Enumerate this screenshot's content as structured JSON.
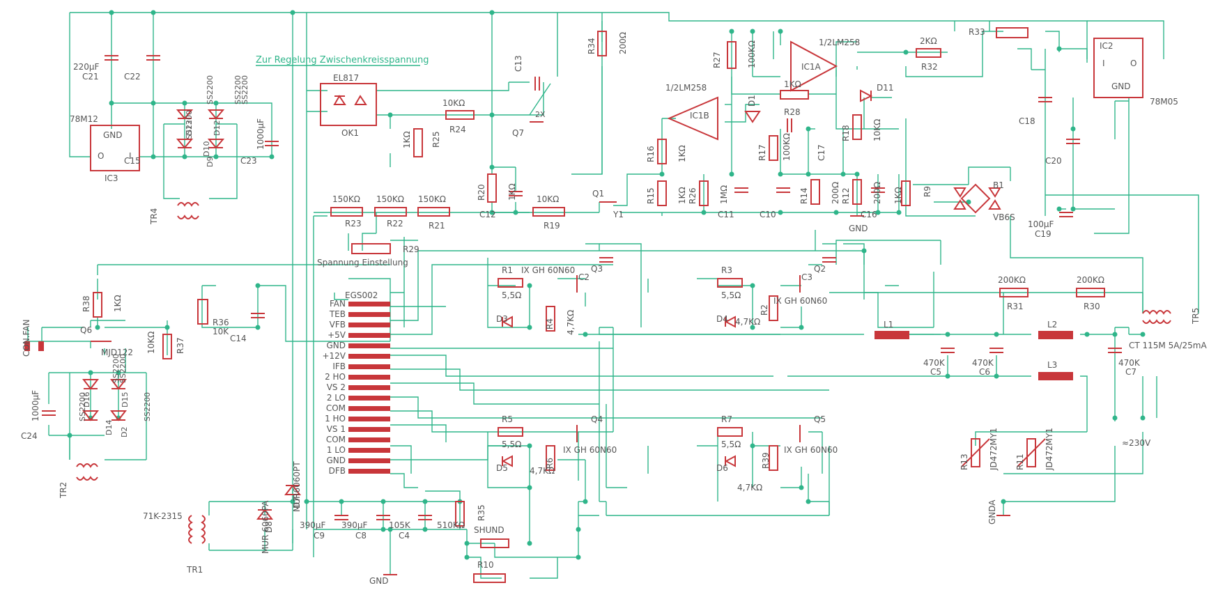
{
  "schematic": {
    "note": "Zur Regelung Zwischenkreisspannung",
    "ic_pins": [
      "FAN",
      "TEB",
      "VFB",
      "+5V",
      "GND",
      "+12V",
      "IFB",
      "2 HO",
      "VS 2",
      "2 LO",
      "COM",
      "1 HO",
      "VS 1",
      "COM",
      "1 LO",
      "GND",
      "DFB"
    ],
    "labels": [
      {
        "id": "c21v",
        "t": "220µF"
      },
      {
        "id": "c21",
        "t": "C21"
      },
      {
        "id": "c22",
        "t": "C22"
      },
      {
        "id": "m12",
        "t": "78M12"
      },
      {
        "id": "ic3",
        "t": "IC3"
      },
      {
        "id": "gnd3",
        "t": "GND"
      },
      {
        "id": "io3i",
        "t": "O"
      },
      {
        "id": "io3o",
        "t": "I"
      },
      {
        "id": "c15",
        "t": "C15"
      },
      {
        "id": "c23",
        "t": "C23"
      },
      {
        "id": "c23v",
        "t": "1000µF"
      },
      {
        "id": "ss1",
        "t": "SS2200"
      },
      {
        "id": "ss2",
        "t": "SS2200"
      },
      {
        "id": "ss3",
        "t": "SS2200"
      },
      {
        "id": "ss4",
        "t": "SS2200"
      },
      {
        "id": "d13",
        "t": "D13"
      },
      {
        "id": "d10",
        "t": "D10"
      },
      {
        "id": "d12",
        "t": "D12"
      },
      {
        "id": "d9",
        "t": "D9"
      },
      {
        "id": "tr4",
        "t": "TR4"
      },
      {
        "id": "el817",
        "t": "EL817"
      },
      {
        "id": "ok1",
        "t": "OK1"
      },
      {
        "id": "r25v",
        "t": "1KΩ"
      },
      {
        "id": "r25",
        "t": "R25"
      },
      {
        "id": "r24v",
        "t": "10KΩ"
      },
      {
        "id": "r24",
        "t": "R24"
      },
      {
        "id": "c13",
        "t": "C13"
      },
      {
        "id": "q7",
        "t": "Q7"
      },
      {
        "id": "q7x",
        "t": "2X"
      },
      {
        "id": "r34",
        "t": "R34"
      },
      {
        "id": "r34v",
        "t": "200Ω"
      },
      {
        "id": "r27",
        "t": "R27"
      },
      {
        "id": "r27v",
        "t": "100KΩ"
      },
      {
        "id": "ic1a",
        "t": "IC1A"
      },
      {
        "id": "lm1",
        "t": "1/2LM258"
      },
      {
        "id": "r28v",
        "t": "1KΩ"
      },
      {
        "id": "r28",
        "t": "R28"
      },
      {
        "id": "d1",
        "t": "D1"
      },
      {
        "id": "d11",
        "t": "D11"
      },
      {
        "id": "r32v",
        "t": "2KΩ"
      },
      {
        "id": "r32",
        "t": "R32"
      },
      {
        "id": "r33",
        "t": "R33"
      },
      {
        "id": "ic2",
        "t": "IC2"
      },
      {
        "id": "m05",
        "t": "78M05"
      },
      {
        "id": "gnd2",
        "t": "GND"
      },
      {
        "id": "ic2i",
        "t": "I"
      },
      {
        "id": "ic2o",
        "t": "O"
      },
      {
        "id": "lm2",
        "t": "1/2LM258"
      },
      {
        "id": "ic1b",
        "t": "IC1B"
      },
      {
        "id": "r16",
        "t": "R16"
      },
      {
        "id": "r16v",
        "t": "1KΩ"
      },
      {
        "id": "r17",
        "t": "R17"
      },
      {
        "id": "r17v",
        "t": "100KΩ"
      },
      {
        "id": "c17",
        "t": "C17"
      },
      {
        "id": "r18",
        "t": "R18"
      },
      {
        "id": "r18v",
        "t": "10KΩ"
      },
      {
        "id": "c18",
        "t": "C18"
      },
      {
        "id": "r15",
        "t": "R15"
      },
      {
        "id": "r15v",
        "t": "1KΩ"
      },
      {
        "id": "r26",
        "t": "R26"
      },
      {
        "id": "r26v",
        "t": "1MΩ"
      },
      {
        "id": "c11",
        "t": "C11"
      },
      {
        "id": "c10",
        "t": "C10"
      },
      {
        "id": "r14",
        "t": "R14"
      },
      {
        "id": "r14v",
        "t": "200Ω"
      },
      {
        "id": "r12",
        "t": "R12"
      },
      {
        "id": "r12v",
        "t": "200Ω"
      },
      {
        "id": "c16",
        "t": "C16"
      },
      {
        "id": "gnd1",
        "t": "GND"
      },
      {
        "id": "r9v",
        "t": "1KΩ"
      },
      {
        "id": "r9",
        "t": "R9"
      },
      {
        "id": "b1",
        "t": "B1"
      },
      {
        "id": "vb6s",
        "t": "VB6S"
      },
      {
        "id": "c20",
        "t": "C20"
      },
      {
        "id": "c19",
        "t": "C19"
      },
      {
        "id": "c19v",
        "t": "100µF"
      },
      {
        "id": "r23v",
        "t": "150KΩ"
      },
      {
        "id": "r22v",
        "t": "150KΩ"
      },
      {
        "id": "r21v",
        "t": "150KΩ"
      },
      {
        "id": "r23",
        "t": "R23"
      },
      {
        "id": "r22",
        "t": "R22"
      },
      {
        "id": "r21",
        "t": "R21"
      },
      {
        "id": "r20",
        "t": "R20"
      },
      {
        "id": "r20v",
        "t": "1KΩ"
      },
      {
        "id": "c12",
        "t": "C12"
      },
      {
        "id": "r19v",
        "t": "10KΩ"
      },
      {
        "id": "r19",
        "t": "R19"
      },
      {
        "id": "q1",
        "t": "Q1"
      },
      {
        "id": "y1",
        "t": "Y1"
      },
      {
        "id": "r29",
        "t": "R29"
      },
      {
        "id": "spann",
        "t": "Spannung Einstellung"
      },
      {
        "id": "egs",
        "t": "EGS002"
      },
      {
        "id": "r1",
        "t": "R1"
      },
      {
        "id": "r1v",
        "t": "5,5Ω"
      },
      {
        "id": "q1t",
        "t": "IX GH 60N60"
      },
      {
        "id": "c2",
        "t": "C2"
      },
      {
        "id": "q3",
        "t": "Q3"
      },
      {
        "id": "d3",
        "t": "D3"
      },
      {
        "id": "r4",
        "t": "R4"
      },
      {
        "id": "r4v",
        "t": "4,7KΩ"
      },
      {
        "id": "r3",
        "t": "R3"
      },
      {
        "id": "r3v",
        "t": "5,5Ω"
      },
      {
        "id": "c3",
        "t": "C3"
      },
      {
        "id": "q2",
        "t": "Q2"
      },
      {
        "id": "r2",
        "t": "R2"
      },
      {
        "id": "q2t",
        "t": "IX GH 60N60"
      },
      {
        "id": "d4",
        "t": "D4"
      },
      {
        "id": "r2v",
        "t": "4,7KΩ"
      },
      {
        "id": "r31v",
        "t": "200KΩ"
      },
      {
        "id": "r31",
        "t": "R31"
      },
      {
        "id": "r30v",
        "t": "200KΩ"
      },
      {
        "id": "r30",
        "t": "R30"
      },
      {
        "id": "tr5",
        "t": "TR5"
      },
      {
        "id": "ct",
        "t": "CT 115M 5A/25mA"
      },
      {
        "id": "l1",
        "t": "L1"
      },
      {
        "id": "l2",
        "t": "L2"
      },
      {
        "id": "l3",
        "t": "L3"
      },
      {
        "id": "c5v",
        "t": "470K"
      },
      {
        "id": "c5",
        "t": "C5"
      },
      {
        "id": "c6v",
        "t": "470K"
      },
      {
        "id": "c6",
        "t": "C6"
      },
      {
        "id": "c7v",
        "t": "470K"
      },
      {
        "id": "c7",
        "t": "C7"
      },
      {
        "id": "r5",
        "t": "R5"
      },
      {
        "id": "r5v",
        "t": "5,5Ω"
      },
      {
        "id": "q4",
        "t": "Q4"
      },
      {
        "id": "d5",
        "t": "D5"
      },
      {
        "id": "r6",
        "t": "R6"
      },
      {
        "id": "r6v",
        "t": "4,7KΩ"
      },
      {
        "id": "q4t",
        "t": "IX GH 60N60"
      },
      {
        "id": "r7",
        "t": "R7"
      },
      {
        "id": "r7v",
        "t": "5,5Ω"
      },
      {
        "id": "q5",
        "t": "Q5"
      },
      {
        "id": "d6",
        "t": "D6"
      },
      {
        "id": "r39",
        "t": "R39"
      },
      {
        "id": "r39v",
        "t": "4,7KΩ"
      },
      {
        "id": "q5t",
        "t": "IX GH 60N60"
      },
      {
        "id": "v230",
        "t": "≈230V"
      },
      {
        "id": "r13",
        "t": "R13"
      },
      {
        "id": "r11",
        "t": "R11"
      },
      {
        "id": "jd1",
        "t": "JD472MY1"
      },
      {
        "id": "jd2",
        "t": "JD472MY1"
      },
      {
        "id": "gnda",
        "t": "GNDA"
      },
      {
        "id": "r38",
        "t": "R38"
      },
      {
        "id": "r38v",
        "t": "1KΩ"
      },
      {
        "id": "con",
        "t": "CON.FAN"
      },
      {
        "id": "q6",
        "t": "Q6"
      },
      {
        "id": "mjd",
        "t": "MJD122"
      },
      {
        "id": "r37",
        "t": "R37"
      },
      {
        "id": "r37v",
        "t": "10KΩ"
      },
      {
        "id": "r36",
        "t": "R36"
      },
      {
        "id": "r36v",
        "t": "10K"
      },
      {
        "id": "c14",
        "t": "C14"
      },
      {
        "id": "ss5",
        "t": "SS2200"
      },
      {
        "id": "ss6",
        "t": "SS2200"
      },
      {
        "id": "ss7",
        "t": "SS2200"
      },
      {
        "id": "ss8",
        "t": "SS2200"
      },
      {
        "id": "d16",
        "t": "D16"
      },
      {
        "id": "d14",
        "t": "D14"
      },
      {
        "id": "d15",
        "t": "D15"
      },
      {
        "id": "d2",
        "t": "D2"
      },
      {
        "id": "c24",
        "t": "C24"
      },
      {
        "id": "c24v",
        "t": "1000µF"
      },
      {
        "id": "tr2",
        "t": "TR2"
      },
      {
        "id": "k71",
        "t": "71K-2315"
      },
      {
        "id": "tr1",
        "t": "TR1"
      },
      {
        "id": "mur1",
        "t": "MUR 6060PA"
      },
      {
        "id": "mur2",
        "t": "MUR6060PT"
      },
      {
        "id": "d8",
        "t": "D8"
      },
      {
        "id": "d7",
        "t": "D7"
      },
      {
        "id": "c9v",
        "t": "390µF"
      },
      {
        "id": "c9",
        "t": "C9"
      },
      {
        "id": "c8v",
        "t": "390µF"
      },
      {
        "id": "c8",
        "t": "C8"
      },
      {
        "id": "c4v",
        "t": "105K"
      },
      {
        "id": "c4",
        "t": "C4"
      },
      {
        "id": "r35v",
        "t": "510KΩ"
      },
      {
        "id": "r35",
        "t": "R35"
      },
      {
        "id": "shund",
        "t": "SHUND"
      },
      {
        "id": "r10",
        "t": "R10"
      },
      {
        "id": "gnd4",
        "t": "GND"
      }
    ]
  }
}
